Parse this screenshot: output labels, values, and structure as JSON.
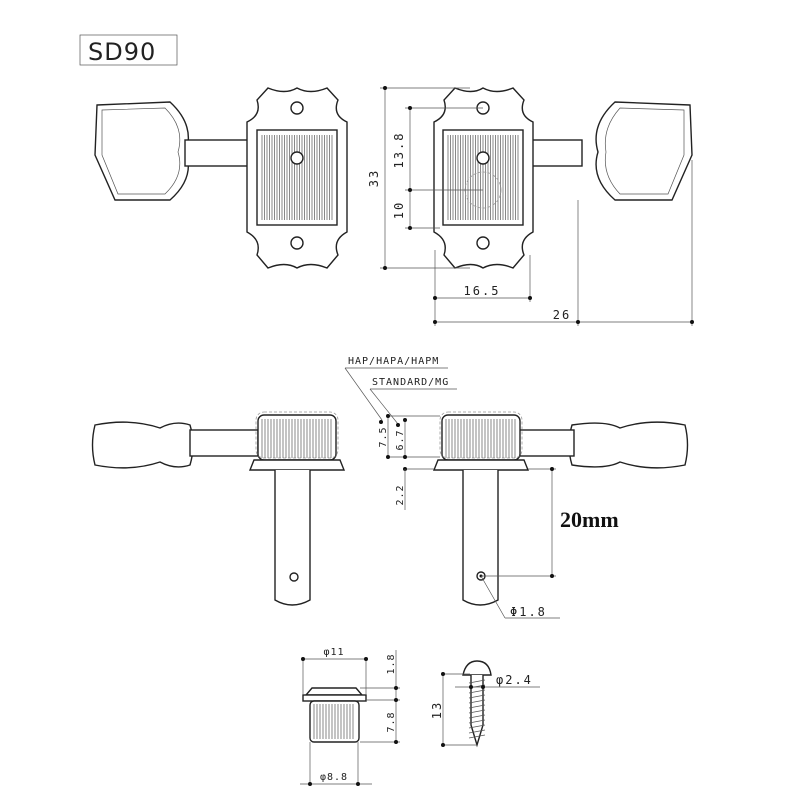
{
  "title": "SD90",
  "front_view": {
    "height": "33",
    "upper_hole_offset": "13.8",
    "lower_hole_offset": "10",
    "plate_width": "16.5",
    "overall_width": "26"
  },
  "side_view": {
    "variant_hap": "HAP/HAPA/HAPM",
    "variant_standard": "STANDARD/MG",
    "knob_height_hap": "7.5",
    "knob_height_standard": "6.7",
    "flange_gap": "2.2",
    "post_length": "20mm",
    "string_hole": "Φ1.8"
  },
  "bushing": {
    "top_diameter": "φ11",
    "flange_height": "1.8",
    "body_height": "7.8",
    "body_diameter": "φ8.8"
  },
  "screw": {
    "length": "13",
    "diameter": "φ2.4"
  }
}
